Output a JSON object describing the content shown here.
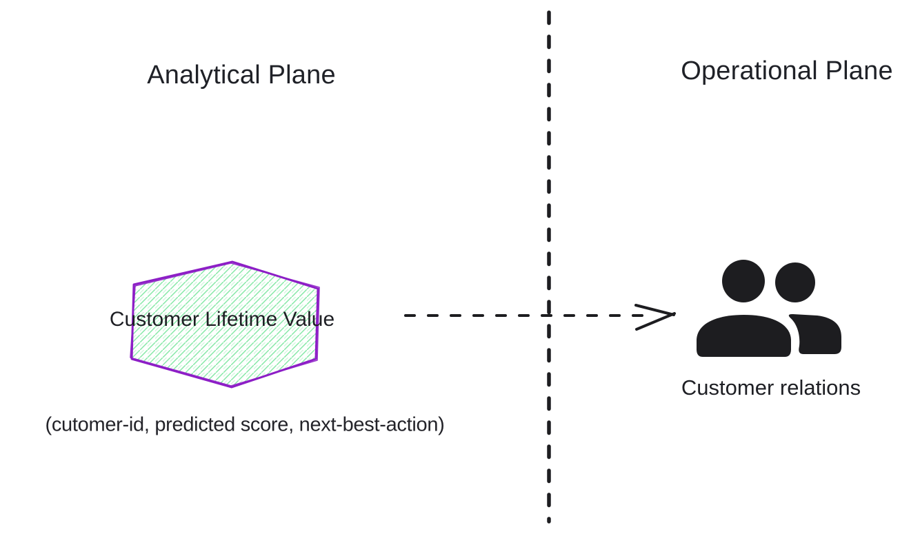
{
  "canvas": {
    "background": "#ffffff",
    "ink_color": "#1d1d20"
  },
  "planes": {
    "left": {
      "title": "Analytical Plane"
    },
    "right": {
      "title": "Operational Plane"
    },
    "divider_style": "dashed",
    "divider_color": "#1d1d20"
  },
  "nodes": {
    "clv": {
      "shape": "hexagon",
      "label": "Customer Lifetime Value",
      "annotation": "(cutomer-id, predicted score, next-best-action)",
      "stroke_color": "#8d1ec6",
      "hatch_color": "#85e8a6"
    },
    "customer_relations": {
      "label": "Customer relations",
      "icon": "people-icon",
      "icon_color": "#1d1d20"
    }
  },
  "connector": {
    "style": "dashed",
    "arrowhead": "open-chevron",
    "color": "#1d1d20"
  }
}
